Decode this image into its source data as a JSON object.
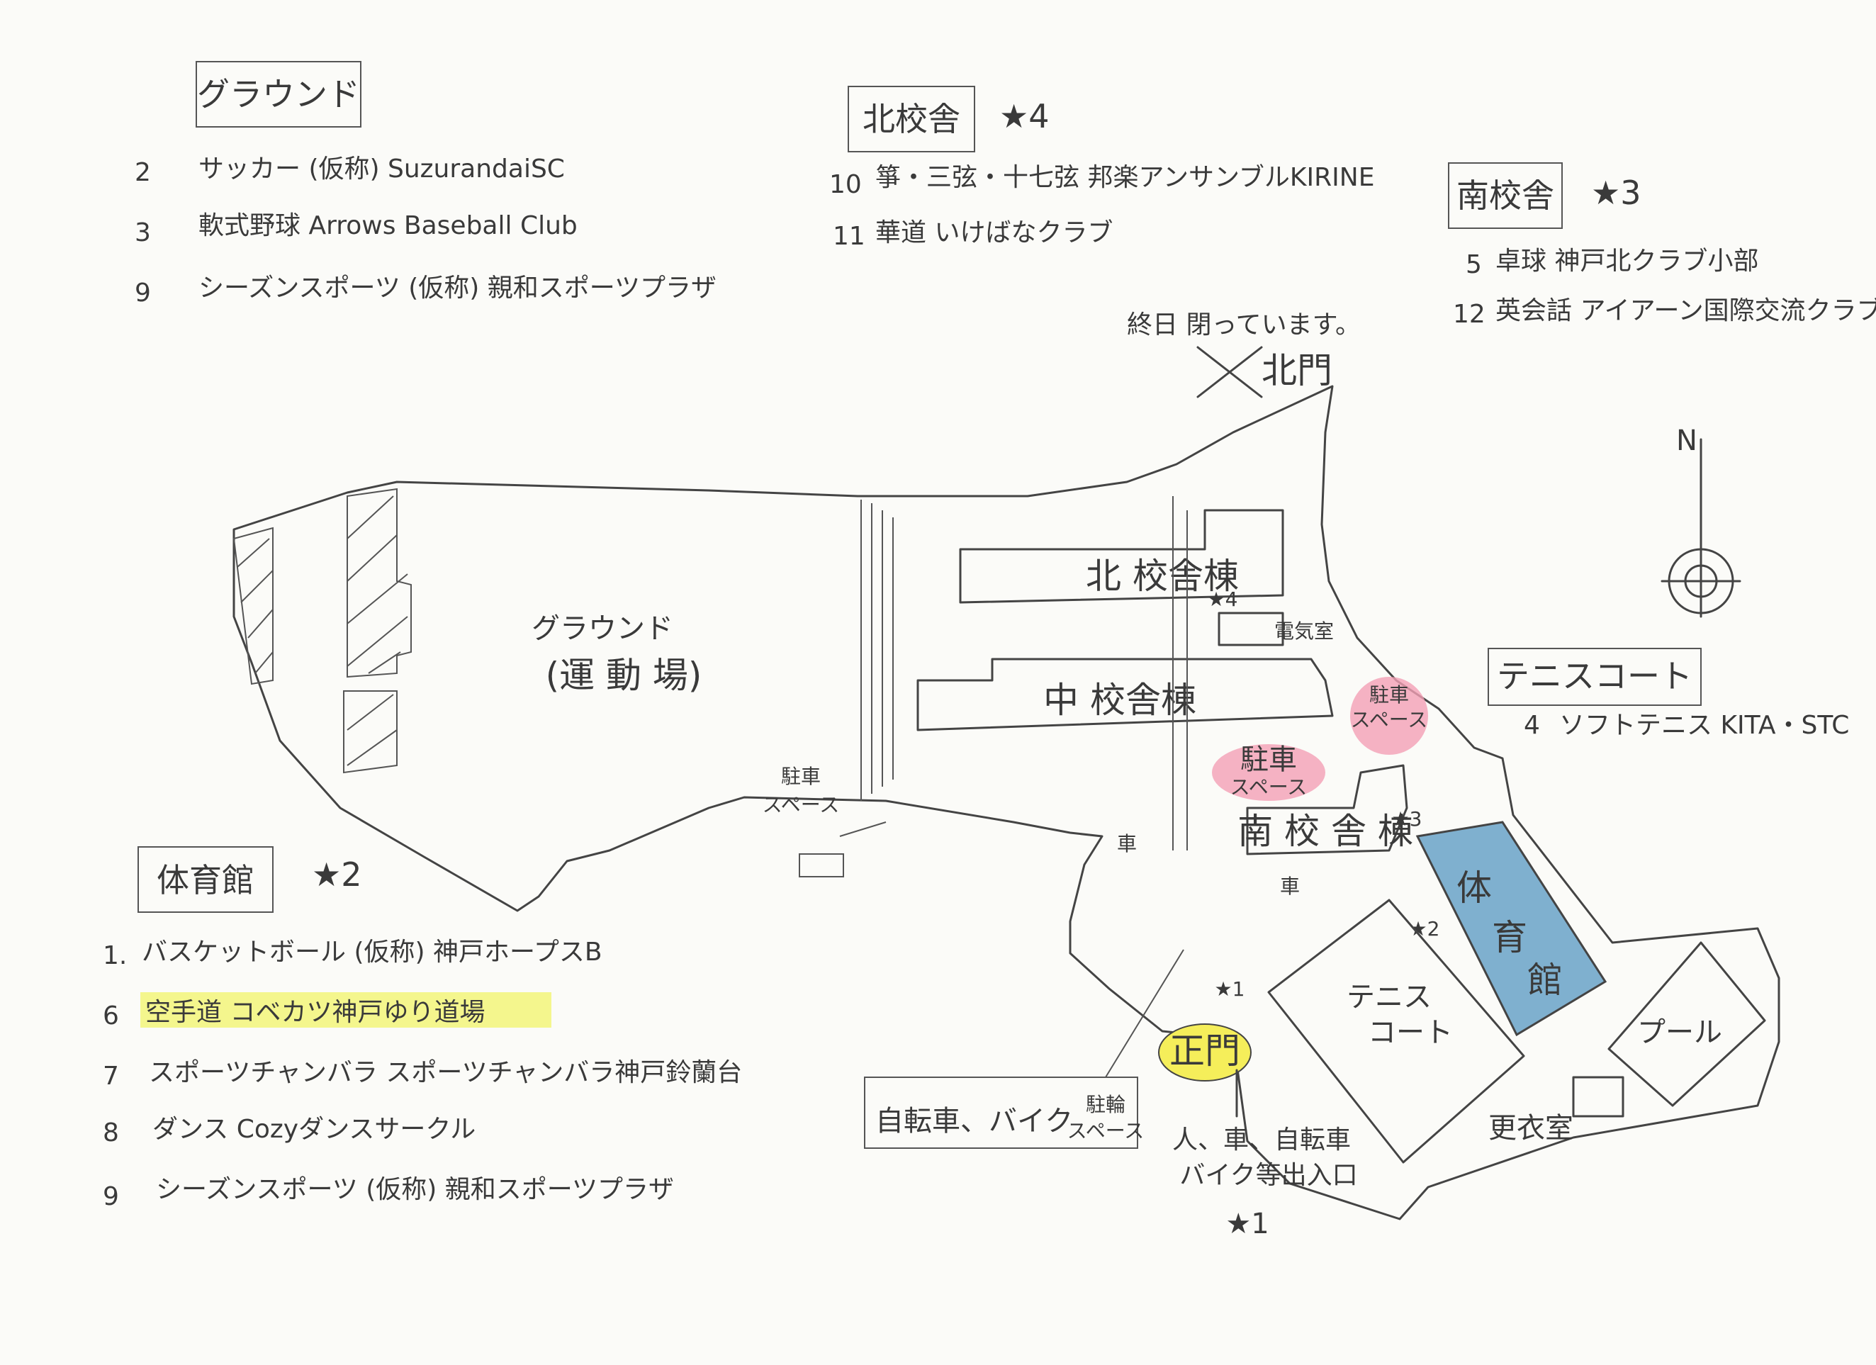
{
  "ground_section": {
    "title": "グラウンド",
    "items": [
      {
        "num": "2",
        "text": "サッカー (仮称) SuzurandaiSC"
      },
      {
        "num": "3",
        "text": "軟式野球 Arrows Baseball Club"
      },
      {
        "num": "9",
        "text": "シーズンスポーツ (仮称) 親和スポーツプラザ"
      }
    ]
  },
  "north_section": {
    "title": "北校舎",
    "star": "★4",
    "items": [
      {
        "num": "10",
        "text": "箏・三弦・十七弦 邦楽アンサンブルKIRINE"
      },
      {
        "num": "11",
        "text": "華道 いけばなクラブ"
      }
    ]
  },
  "south_section": {
    "title": "南校舎",
    "star": "★3",
    "items": [
      {
        "num": "5",
        "text": "卓球 神戸北クラブ小部"
      },
      {
        "num": "12",
        "text": "英会話 アイアーン国際交流クラブ"
      }
    ]
  },
  "gym_section": {
    "title": "体育館",
    "star": "★2",
    "items": [
      {
        "num": "1.",
        "text": "バスケットボール (仮称) 神戸ホープスB",
        "highlight": false
      },
      {
        "num": "6",
        "text": "空手道 コベカツ神戸ゆり道場",
        "highlight": true
      },
      {
        "num": "7",
        "text": "スポーツチャンバラ スポーツチャンバラ神戸鈴蘭台",
        "highlight": false
      },
      {
        "num": "8",
        "text": "ダンス Cozyダンスサークル",
        "highlight": false
      },
      {
        "num": "9",
        "text": "シーズンスポーツ (仮称) 親和スポーツプラザ",
        "highlight": false
      }
    ]
  },
  "tennis_section": {
    "title": "テニスコート",
    "items": [
      {
        "num": "4",
        "text": "ソフトテニス KITA・STC"
      }
    ]
  },
  "map_labels": {
    "closed_note": "終日 閉っています。",
    "north_gate": "北門",
    "ground": "グラウンド",
    "ground_sub": "(運 動 場)",
    "north_building": "北 校舎棟",
    "electric_room": "電気室",
    "middle_building": "中 校舎棟",
    "south_building": "南 校 舎 棟",
    "parking_left": "駐車",
    "parking_left_sub": "スペース",
    "parking_center": "駐車",
    "parking_center_sub": "スペース",
    "parking_right": "駐車",
    "parking_right_sub": "スペース",
    "car": "車",
    "gym_1": "体",
    "gym_2": "育",
    "gym_3": "館",
    "tennis_court_1": "テニス",
    "tennis_court_2": "コート",
    "pool": "プール",
    "changing_room": "更衣室",
    "main_gate": "正門",
    "bicycle_note": "自転車、バイク",
    "bicycle_parking": "駐輪",
    "bicycle_parking_sub": "スペース",
    "entrance_1": "人、車、自転車",
    "entrance_2": "バイク等出入口",
    "star1": "★1",
    "star1_small": "★1",
    "star2_small": "★2",
    "star3_small": "★3",
    "star4_small": "★4",
    "north_mark": "N"
  },
  "colors": {
    "gym_fill": "#7fb0cf",
    "parking_fill": "#f4a0b5",
    "main_gate_fill": "#f5ee5a",
    "karate_highlight": "#f2f57a"
  }
}
